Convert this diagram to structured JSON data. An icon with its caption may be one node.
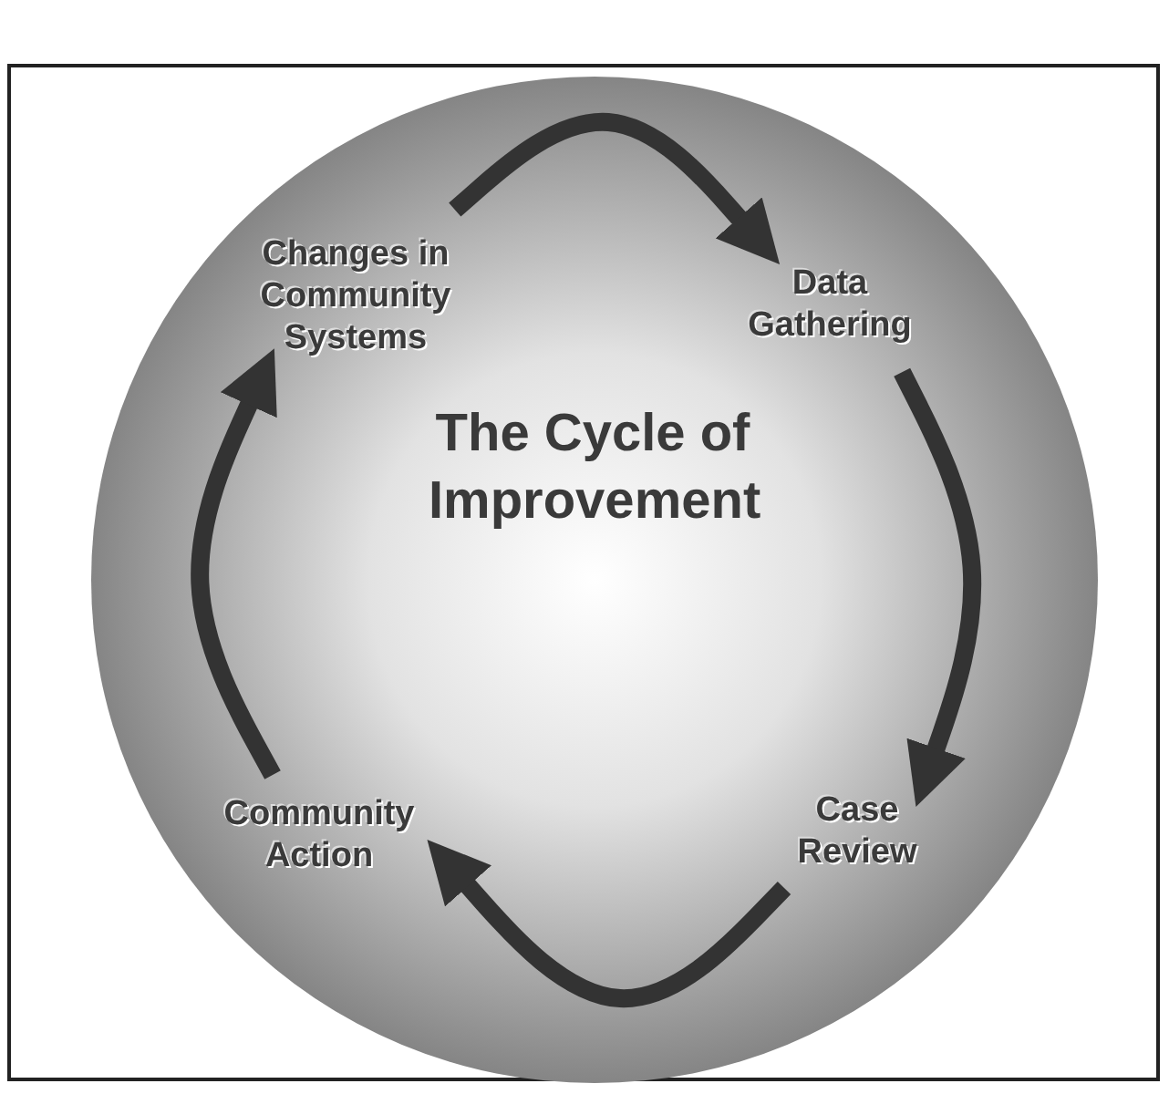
{
  "diagram": {
    "title": "The Cycle of Improvement",
    "nodes": [
      {
        "text": [
          "Changes in Community Systems"
        ]
      },
      {
        "text": [
          "Data Gathering"
        ]
      },
      {
        "text": [
          "Case Review"
        ]
      },
      {
        "text": [
          "Community Action"
        ]
      }
    ],
    "edges": [
      {
        "from": 0,
        "to": 1,
        "arrow": "to"
      },
      {
        "from": 1,
        "to": 2,
        "arrow": "to"
      },
      {
        "from": 2,
        "to": 3,
        "arrow": "to"
      },
      {
        "from": 3,
        "to": 0,
        "arrow": "to"
      }
    ]
  }
}
